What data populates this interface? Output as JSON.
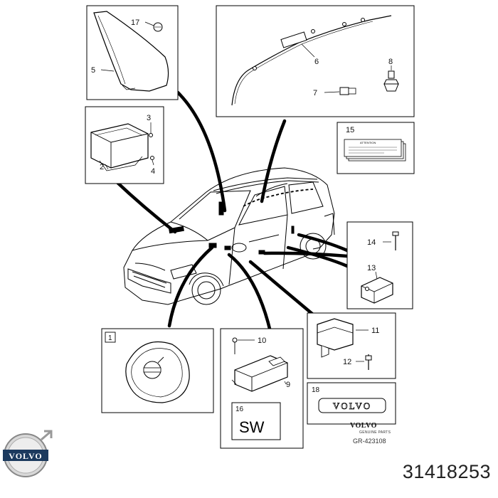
{
  "callouts": {
    "c1": "1",
    "c2": "2",
    "c3": "3",
    "c4": "4",
    "c5": "5",
    "c6": "6",
    "c7": "7",
    "c8": "8",
    "c9": "9",
    "c10": "10",
    "c11": "11",
    "c12": "12",
    "c13": "13",
    "c14": "14",
    "c15": "15",
    "c16": "16",
    "c17": "17",
    "c18": "18"
  },
  "sw_label": "SW",
  "emblem_text": "VOLVO",
  "label_heading": "ATTENTION",
  "brand": {
    "name": "VOLVO",
    "sub": "GENUINE PARTS",
    "ref": "GR-423108"
  },
  "logo_text": "VOLVO",
  "part_number": "31418253"
}
